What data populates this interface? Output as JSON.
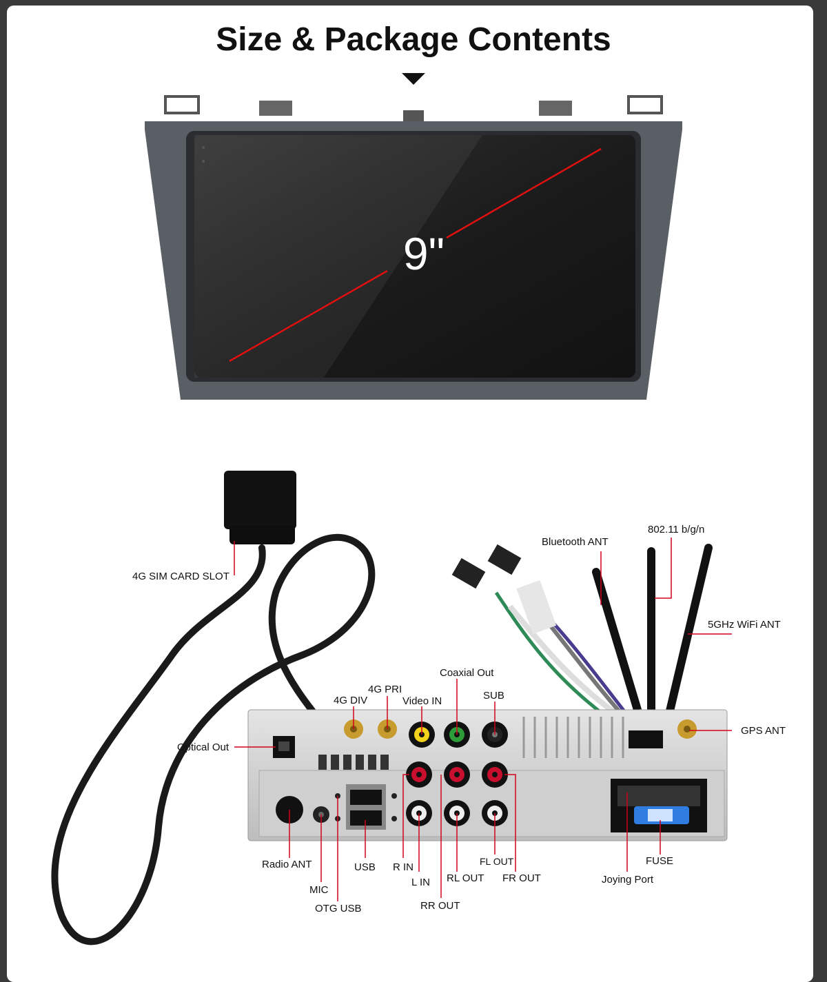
{
  "title": "Size & Package Contents",
  "screen_size": "9\"",
  "labels": {
    "sim_slot": "4G SIM CARD SLOT",
    "bluetooth": "Bluetooth ANT",
    "wifi_bgn": "802.11 b/g/n",
    "wifi_5g": "5GHz WiFi ANT",
    "coaxial": "Coaxial Out",
    "g4_pri": "4G PRI",
    "g4_div": "4G DIV",
    "video_in": "Video IN",
    "sub": "SUB",
    "gps": "GPS ANT",
    "optical": "Optical Out",
    "radio": "Radio ANT",
    "usb": "USB",
    "r_in": "R IN",
    "l_in": "L IN",
    "mic": "MIC",
    "otg": "OTG USB",
    "fl_out": "FL OUT",
    "rl_out": "RL OUT",
    "fr_out": "FR OUT",
    "rr_out": "RR OUT",
    "fuse": "FUSE",
    "joying": "Joying Port"
  },
  "colors": {
    "leader_line": "#d0021b",
    "diagonal": "#e01010",
    "bezel": "#5a5f66",
    "screen": "#1c1c1c",
    "chassis": "#d8d8d8"
  }
}
